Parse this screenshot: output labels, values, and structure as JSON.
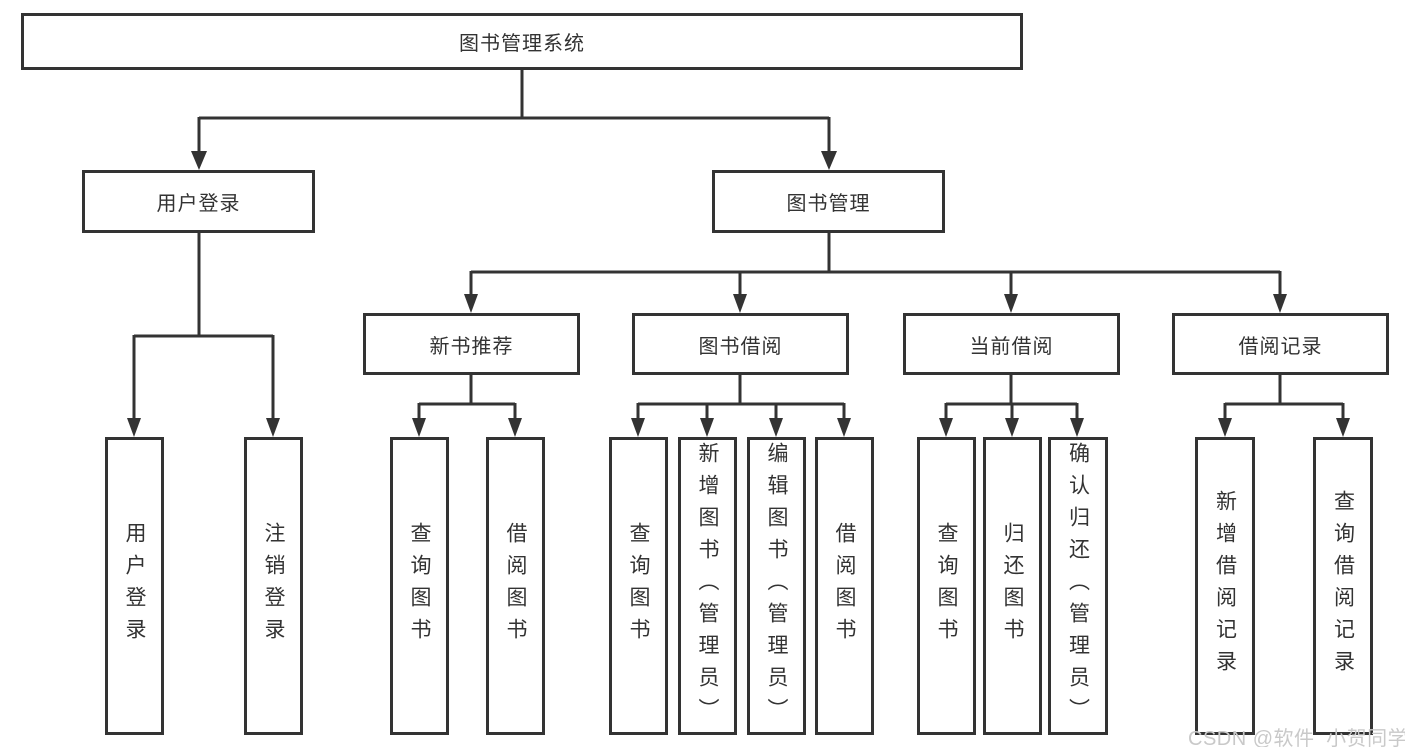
{
  "diagram": {
    "title": "图书管理系统",
    "root": "图书管理系统",
    "level2": [
      {
        "label": "用户登录",
        "children": [
          "用户登录",
          "注销登录"
        ]
      },
      {
        "label": "图书管理",
        "sections": [
          {
            "label": "新书推荐",
            "children": [
              "查询图书",
              "借阅图书"
            ]
          },
          {
            "label": "图书借阅",
            "children": [
              "查询图书",
              "新增图书（管理员）",
              "编辑图书（管理员）",
              "借阅图书"
            ]
          },
          {
            "label": "当前借阅",
            "children": [
              "查询图书",
              "归还图书",
              "确认归还（管理员）"
            ]
          },
          {
            "label": "借阅记录",
            "children": [
              "新增借阅记录",
              "查询借阅记录"
            ]
          }
        ]
      }
    ],
    "colors": {
      "line": "#333333",
      "box_border": "#333333",
      "text": "#333333",
      "background": "#ffffff",
      "watermark": "#c9c9c9"
    }
  },
  "watermark": {
    "text": "CSDN @软件_小贺同学"
  }
}
